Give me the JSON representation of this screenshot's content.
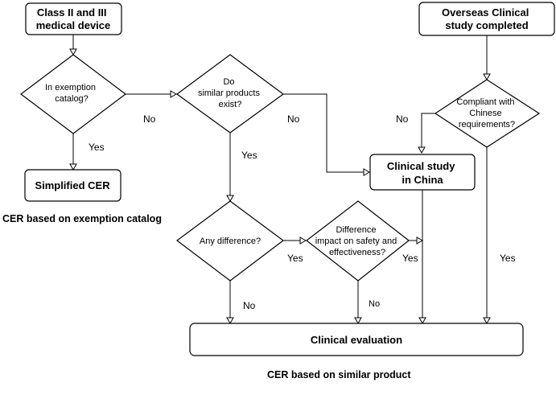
{
  "nodes": {
    "class_device": [
      "Class II and III",
      "medical device"
    ],
    "exemption_question": [
      "In exemption",
      "catalog?"
    ],
    "simplified_cer": [
      "Simplified CER"
    ],
    "similar_question": [
      "Do",
      "similar products",
      "exist?"
    ],
    "overseas_study": [
      "Overseas Clinical",
      "study completed"
    ],
    "compliant_question": [
      "Compliant with",
      "Chinese",
      "requirements?"
    ],
    "clinical_study_china": [
      "Clinical study",
      "in China"
    ],
    "any_difference": [
      "Any difference?"
    ],
    "difference_impact": [
      "Difference",
      "impact on safety and",
      "effectiveness?"
    ],
    "clinical_evaluation": [
      "Clinical evaluation"
    ]
  },
  "edge_labels": {
    "exemption_no": "No",
    "exemption_yes": "Yes",
    "similar_no": "No",
    "similar_yes": "Yes",
    "compliant_no": "No",
    "compliant_yes": "Yes",
    "any_diff_yes": "Yes",
    "any_diff_no": "No",
    "impact_yes": "Yes",
    "impact_no": "No"
  },
  "captions": {
    "exemption_caption": "CER based on exemption catalog",
    "similar_caption": "CER based on similar product"
  }
}
